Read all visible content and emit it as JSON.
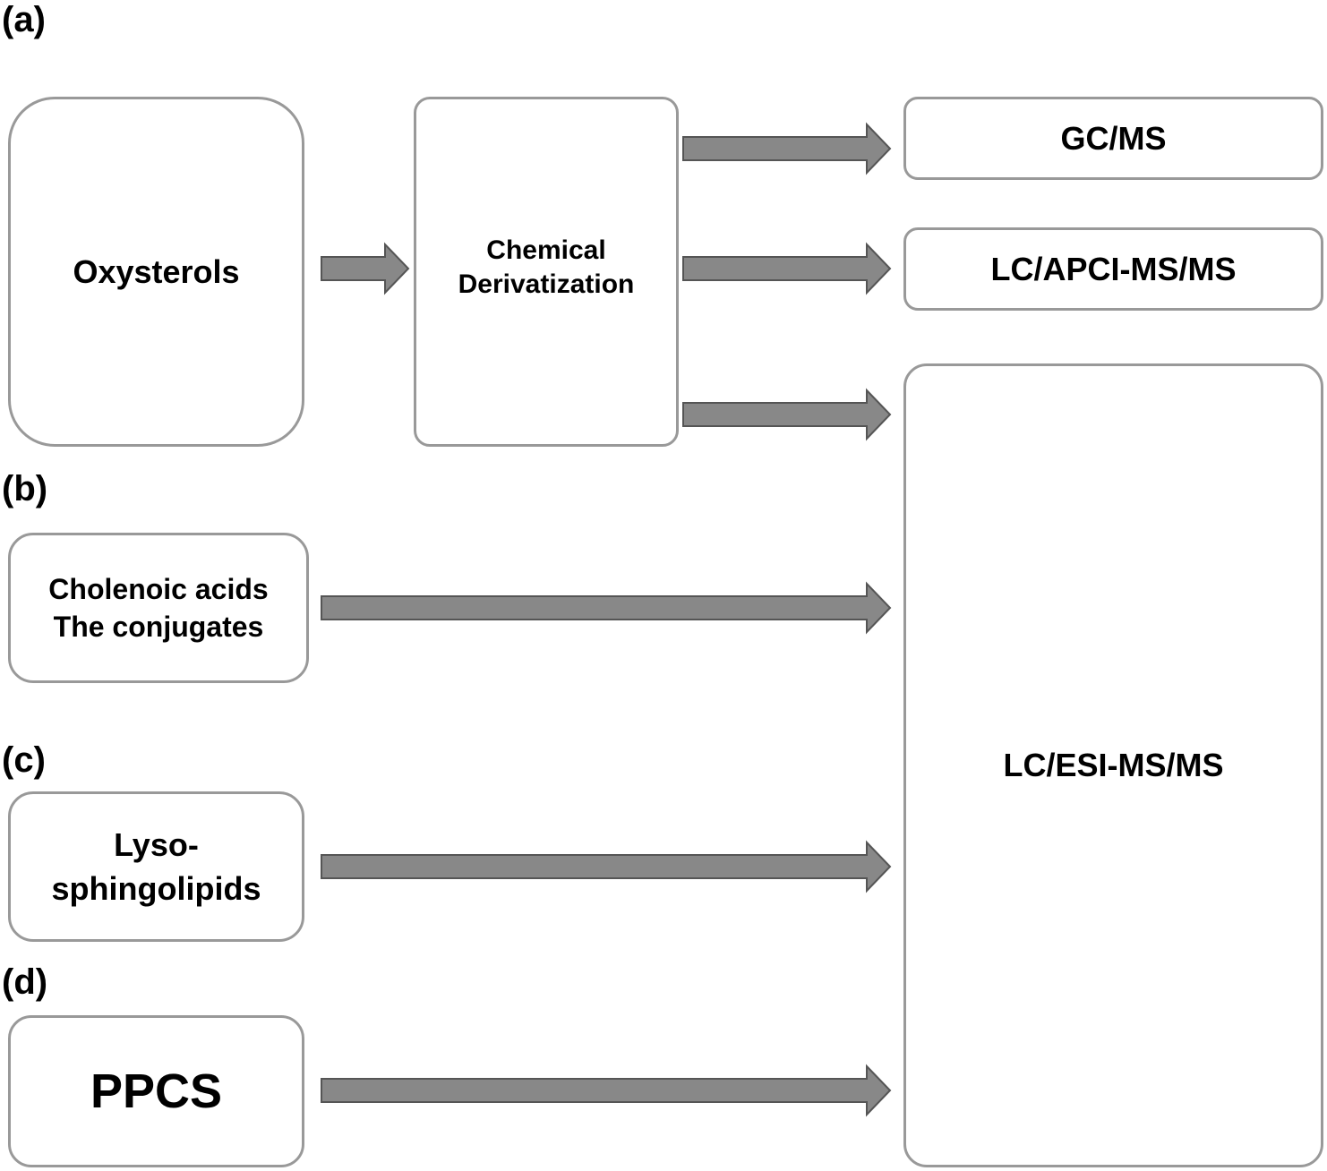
{
  "panel_labels": {
    "a": "(a)",
    "b": "(b)",
    "c": "(c)",
    "d": "(d)"
  },
  "nodes": {
    "oxysterols": "Oxysterols",
    "chemical_derivatization": "Chemical\nDerivatization",
    "gc_ms": "GC/MS",
    "lc_apci": "LC/APCI-MS/MS",
    "lc_esi": "LC/ESI-MS/MS",
    "cholenoic": "Cholenoic acids\nThe conjugates",
    "lyso": "Lyso-\nsphingolipids",
    "ppcs": "PPCS"
  },
  "edges": [
    {
      "from": "oxysterols",
      "to": "chemical_derivatization"
    },
    {
      "from": "chemical_derivatization",
      "to": "gc_ms"
    },
    {
      "from": "chemical_derivatization",
      "to": "lc_apci"
    },
    {
      "from": "chemical_derivatization",
      "to": "lc_esi"
    },
    {
      "from": "cholenoic",
      "to": "lc_esi"
    },
    {
      "from": "lyso",
      "to": "lc_esi"
    },
    {
      "from": "ppcs",
      "to": "lc_esi"
    }
  ],
  "colors": {
    "box_border": "#999999",
    "arrow_fill": "#888888",
    "arrow_stroke": "#555555"
  }
}
